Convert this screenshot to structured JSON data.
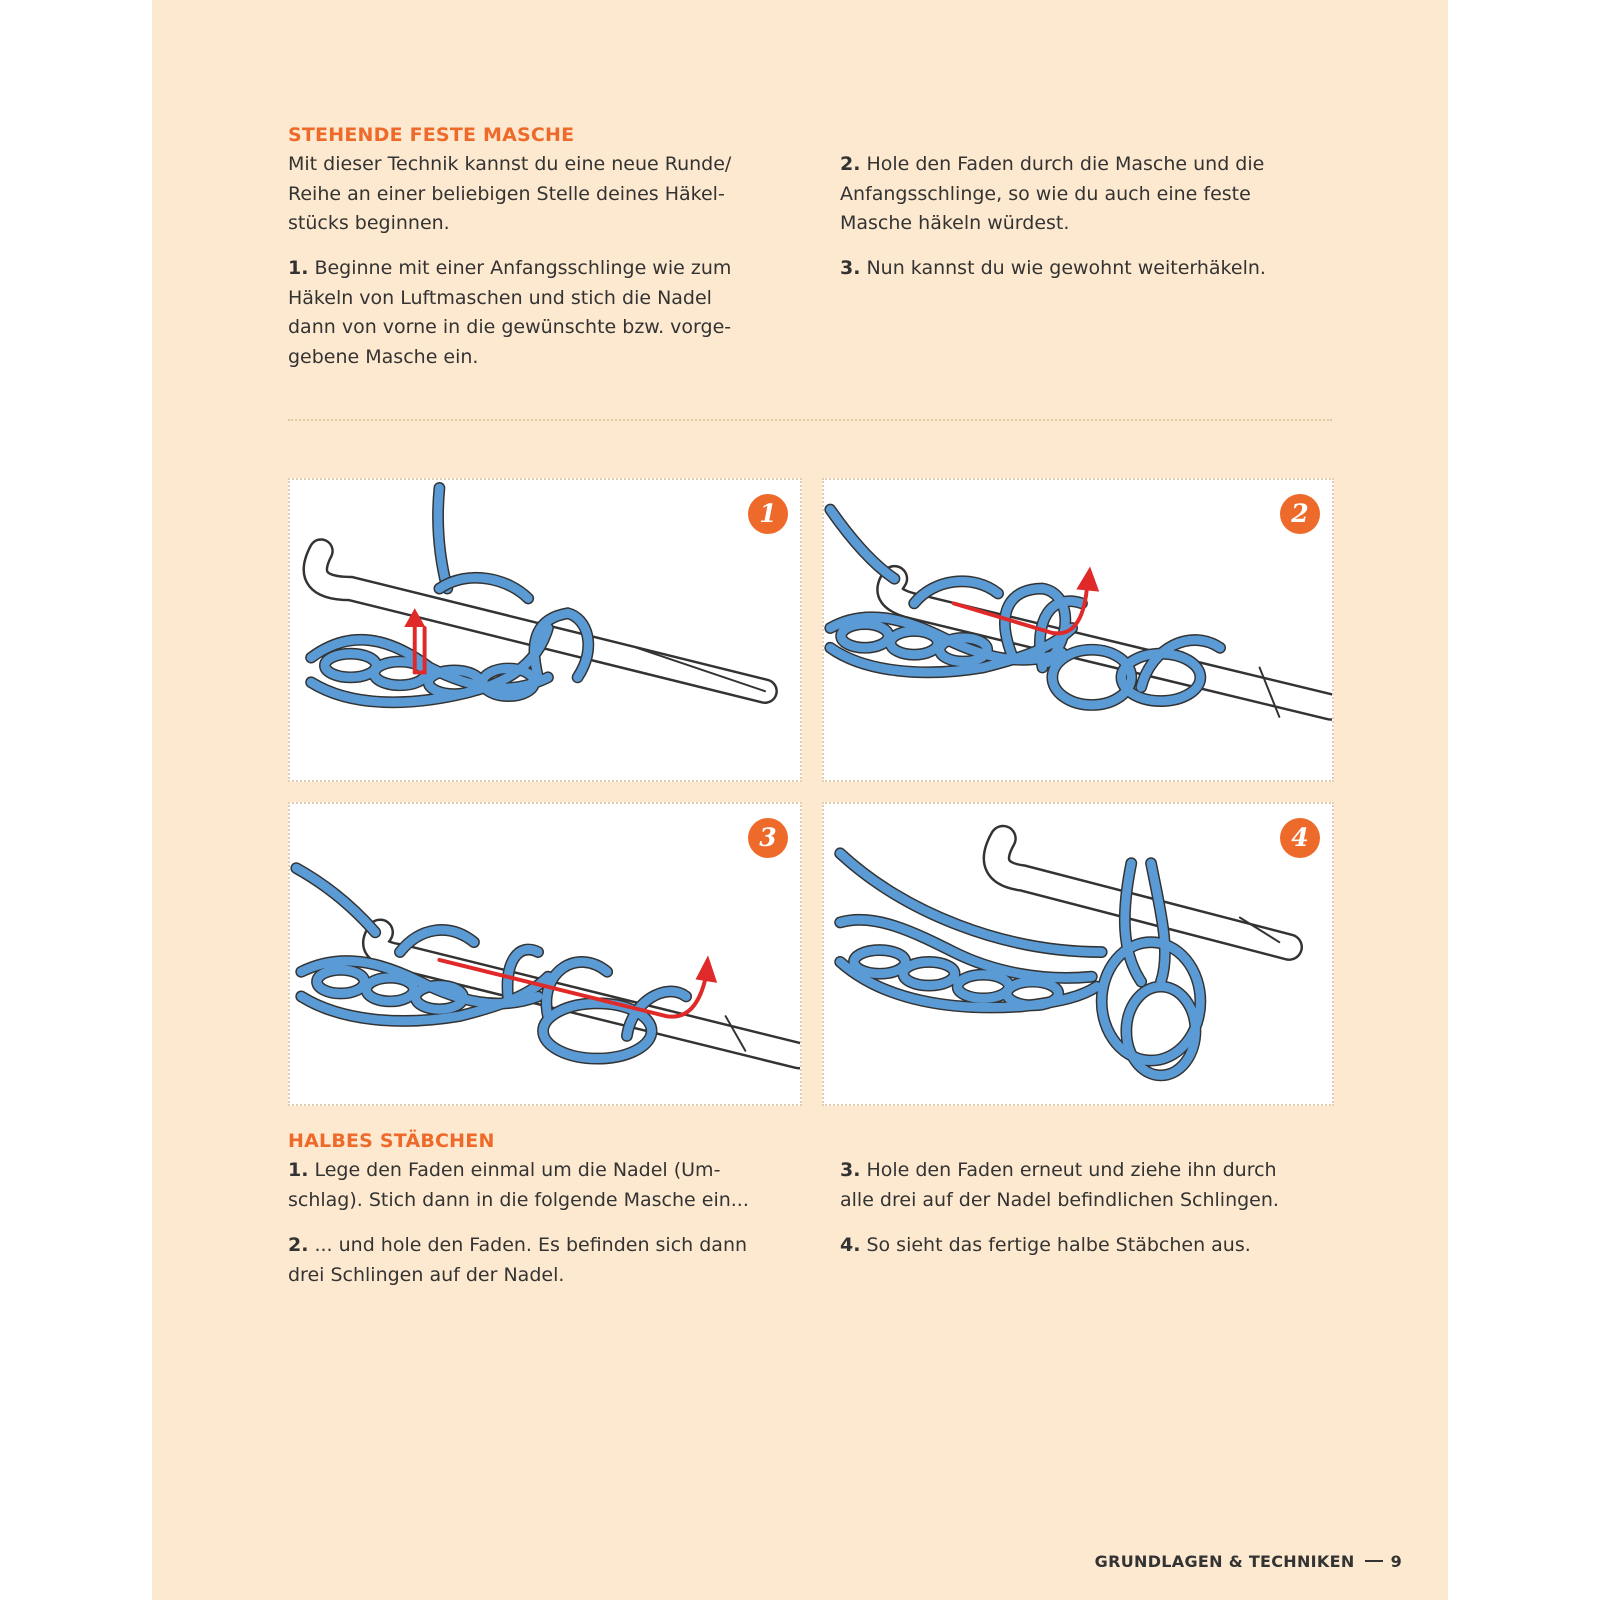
{
  "section1": {
    "title": "STEHENDE FESTE MASCHE",
    "intro": "Mit dieser Technik kannst du eine neue Runde/ Reihe an einer beliebigen Stelle deines Häkel- stücks beginnen.",
    "steps": [
      {
        "num": "1.",
        "text": "Beginne mit einer Anfangsschlinge wie zum Häkeln von Luftmaschen und stich die Nadel dann von vorne in die gewünschte bzw. vorge- gebene Masche ein."
      },
      {
        "num": "2.",
        "text": "Hole den Faden durch die Masche und die Anfangsschlinge, so wie du auch eine feste Masche häkeln würdest."
      },
      {
        "num": "3.",
        "text": "Nun kannst du wie gewohnt weiterhäkeln."
      }
    ]
  },
  "panels": [
    {
      "badge": "1"
    },
    {
      "badge": "2"
    },
    {
      "badge": "3"
    },
    {
      "badge": "4"
    }
  ],
  "section2": {
    "title": "HALBES STÄBCHEN",
    "steps": [
      {
        "num": "1.",
        "text": "Lege den Faden einmal um die Nadel (Um- schlag). Stich dann in die folgende Masche ein..."
      },
      {
        "num": "2.",
        "text": "... und hole den Faden. Es befinden sich dann drei Schlingen auf der Nadel."
      },
      {
        "num": "3.",
        "text": "Hole den Faden erneut und ziehe ihn durch alle drei auf der Nadel befindlichen Schlingen."
      },
      {
        "num": "4.",
        "text": "So sieht das fertige halbe Stäbchen aus."
      }
    ]
  },
  "footer": {
    "label": "GRUNDLAGEN & TECHNIKEN",
    "page_number": "9"
  },
  "colors": {
    "page_bg": "#fde9cf",
    "accent": "#ee6a2b",
    "yarn": "#5b9bd5",
    "arrow": "#e02a2a"
  }
}
